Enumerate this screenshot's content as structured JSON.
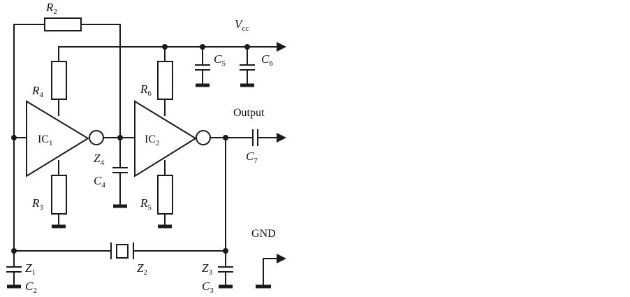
{
  "labels": {
    "r1": {
      "main": "R",
      "sub": "2"
    },
    "vcc": {
      "main": "V",
      "sub": "cc"
    },
    "c5": {
      "main": "C",
      "sub": "5"
    },
    "c6": {
      "main": "C",
      "sub": "6"
    },
    "r4": {
      "main": "R",
      "sub": "4"
    },
    "r6": {
      "main": "R",
      "sub": "6"
    },
    "ic1": {
      "main": "IC",
      "sub": "1"
    },
    "ic2": {
      "main": "IC",
      "sub": "2"
    },
    "z4": {
      "main": "Z",
      "sub": "4"
    },
    "c4": {
      "main": "C",
      "sub": "4"
    },
    "r3": {
      "main": "R",
      "sub": "3"
    },
    "r5": {
      "main": "R",
      "sub": "5"
    },
    "output": "Output",
    "c7": {
      "main": "C",
      "sub": "7"
    },
    "gnd": "GND",
    "z1": {
      "main": "Z",
      "sub": "1"
    },
    "c2": {
      "main": "C",
      "sub": "2"
    },
    "z2": {
      "main": "Z",
      "sub": "2"
    },
    "z3": {
      "main": "Z",
      "sub": "3"
    },
    "c3": {
      "main": "C",
      "sub": "3"
    }
  }
}
